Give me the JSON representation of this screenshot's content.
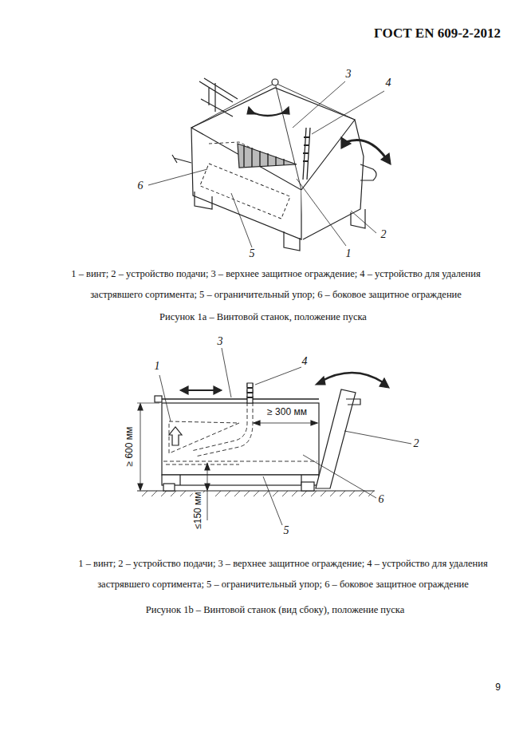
{
  "diagram": {
    "labels": [
      "ГОСТ EN 609-2-2012",
      "3",
      "4",
      "6",
      "2",
      "5",
      "1",
      "1 – винт; 2 – устройство подачи; 3 – верхнее защитное ограждение; 4 – устройство для удаления застрявшего сортимента; 5 – ограничительный упор; 6 – боковое защитное ограждение",
      "Рисунок 1а – Винтовой станок, положение пуска",
      "3",
      "4",
      "1",
      "≥ 300 мм",
      "≥ 600 мм",
      "≤150 мм",
      "2",
      "6",
      "5",
      "1 – винт; 2 – устройство подачи; 3 – верхнее защитное ограждение; 4 – устройство для удаления застрявшего сортимента; 5 – ограничительный упор; 6 – боковое защитное ограждение",
      "Рисунок 1b – Винтовой станок (вид сбоку), положение пуска",
      "9"
    ]
  }
}
